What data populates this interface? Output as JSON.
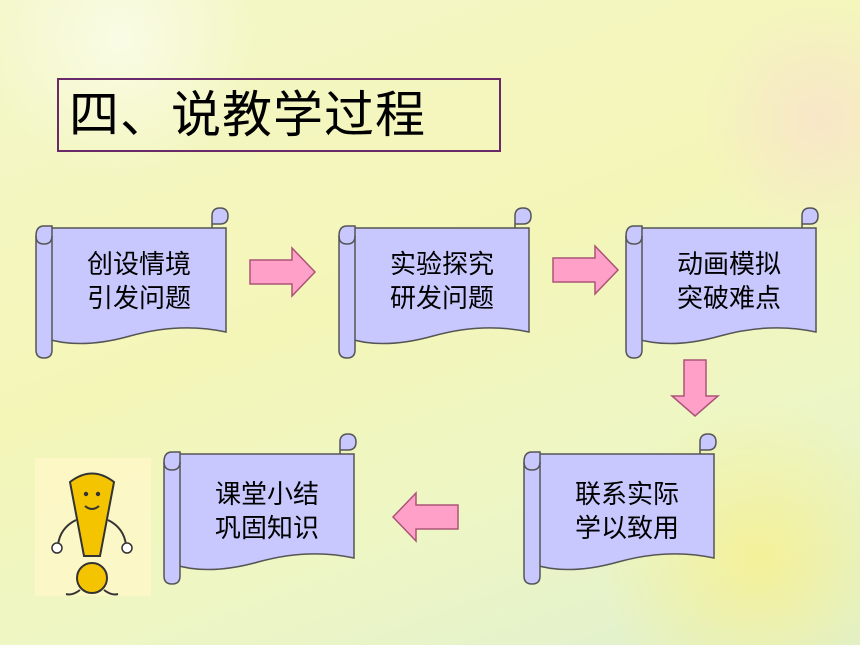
{
  "title": "四、说教学过程",
  "steps": [
    {
      "line1": "创设情境",
      "line2": "引发问题"
    },
    {
      "line1": "实验探究",
      "line2": "研发问题"
    },
    {
      "line1": "动画模拟",
      "line2": "突破难点"
    },
    {
      "line1": "联系实际",
      "line2": "学以致用"
    },
    {
      "line1": "课堂小结",
      "line2": "巩固知识"
    }
  ],
  "colors": {
    "scroll_fill": "#c8c8ff",
    "scroll_stroke": "#555555",
    "arrow_fill": "#ffa0c8",
    "arrow_stroke": "#aa5577",
    "title_border": "#6a2a6a"
  },
  "decorations": [
    "exclamation-mascot-icon"
  ]
}
